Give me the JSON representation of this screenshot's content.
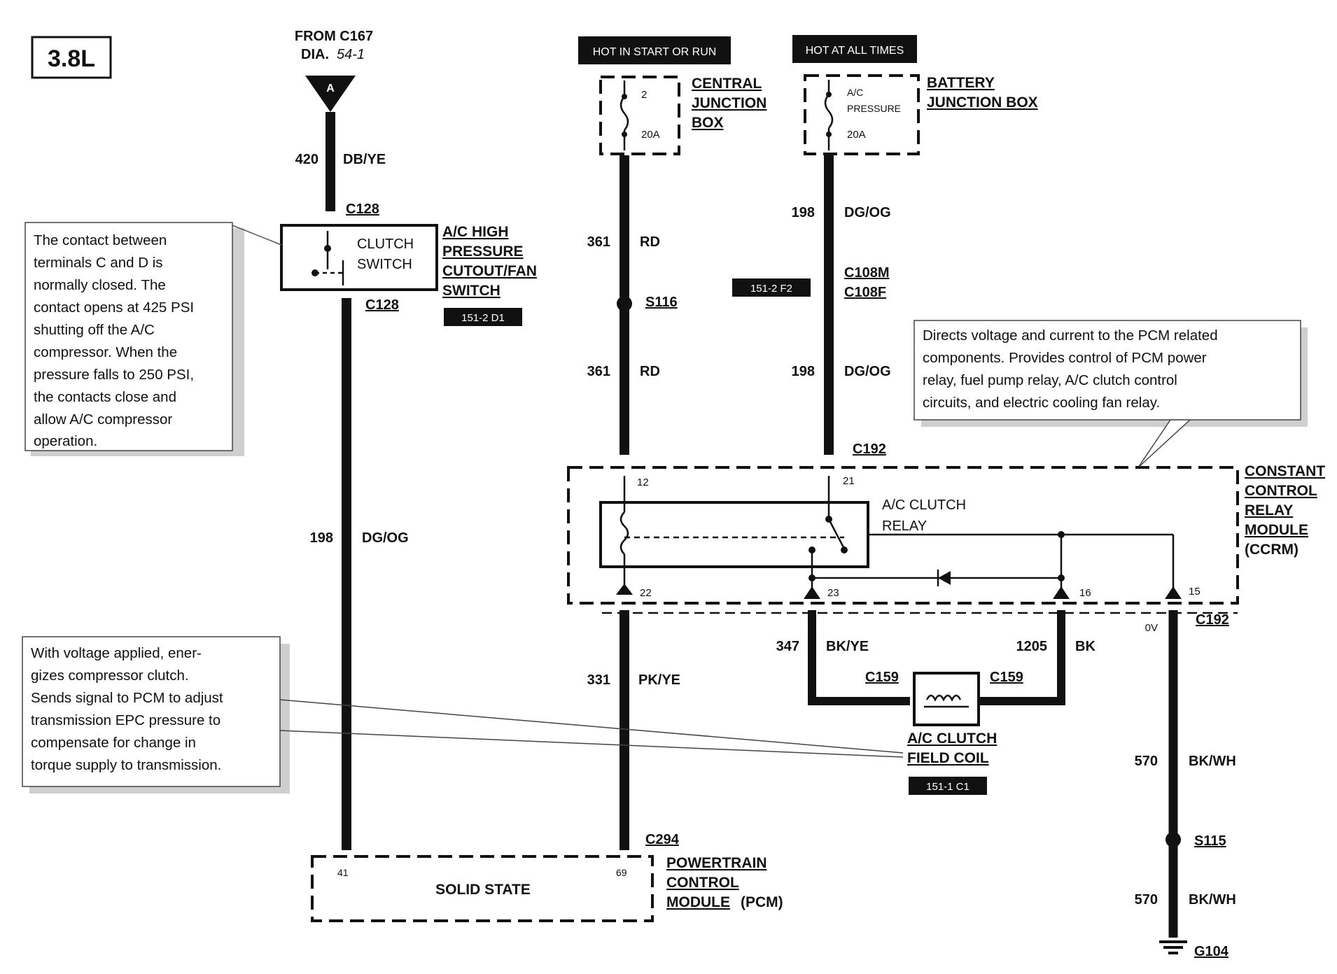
{
  "engine_label": "3.8L",
  "from_ref": {
    "line1": "FROM C167",
    "line2": "DIA.",
    "diagram_no": "54-1",
    "connector_letter": "A"
  },
  "power_labels": {
    "hot_start_run": "HOT IN START OR RUN",
    "hot_all_times": "HOT AT ALL TIMES"
  },
  "central_junction_box": {
    "fuse_number": "2",
    "fuse_rating": "20A",
    "name_lines": [
      "CENTRAL",
      "JUNCTION",
      "BOX"
    ]
  },
  "battery_junction_box": {
    "fuse_name_lines": [
      "A/C",
      "PRESSURE"
    ],
    "fuse_rating": "20A",
    "name_lines": [
      "BATTERY",
      "JUNCTION BOX"
    ]
  },
  "wires": {
    "w420": {
      "circuit": "420",
      "color": "DB/YE"
    },
    "w198_left": {
      "circuit": "198",
      "color": "DG/OG"
    },
    "w361_upper": {
      "circuit": "361",
      "color": "RD"
    },
    "w361_lower": {
      "circuit": "361",
      "color": "RD"
    },
    "w198_upper": {
      "circuit": "198",
      "color": "DG/OG"
    },
    "w198_lower": {
      "circuit": "198",
      "color": "DG/OG"
    },
    "w331": {
      "circuit": "331",
      "color": "PK/YE"
    },
    "w347": {
      "circuit": "347",
      "color": "BK/YE"
    },
    "w1205": {
      "circuit": "1205",
      "color": "BK"
    },
    "w570_upper": {
      "circuit": "570",
      "color": "BK/WH"
    },
    "w570_lower": {
      "circuit": "570",
      "color": "BK/WH"
    }
  },
  "connectors": {
    "c128_top": "C128",
    "c128_bottom": "C128",
    "c108m": "C108M",
    "c108f": "C108F",
    "c192_top": "C192",
    "c192_bottom": "C192",
    "c159_left": "C159",
    "c159_right": "C159",
    "c294": "C294"
  },
  "splices": {
    "s116": "S116",
    "s115": "S115"
  },
  "ground": "G104",
  "clutch_switch": {
    "inner_lines": [
      "CLUTCH",
      "SWITCH"
    ],
    "name_lines": [
      "A/C HIGH",
      "PRESSURE",
      "CUTOUT/FAN",
      "SWITCH"
    ],
    "ref": "151-2 D1"
  },
  "c108_ref": "151-2 F2",
  "ccrm": {
    "relay_lines": [
      "A/C CLUTCH",
      "RELAY"
    ],
    "name_lines": [
      "CONSTANT",
      "CONTROL",
      "RELAY",
      "MODULE",
      "(CCRM)"
    ],
    "pins": {
      "p12": "12",
      "p21": "21",
      "p22": "22",
      "p23": "23",
      "p16": "16",
      "p15": "15"
    },
    "voltage": "0V"
  },
  "field_coil": {
    "name_lines": [
      "A/C CLUTCH",
      "FIELD COIL"
    ],
    "ref": "151-1 C1"
  },
  "pcm": {
    "inner": "SOLID STATE",
    "pin_left": "41",
    "pin_right": "69",
    "name_lines": [
      "POWERTRAIN",
      "CONTROL",
      "MODULE"
    ],
    "name_suffix": "(PCM)"
  },
  "notes": {
    "switch_note": [
      "The contact between",
      "terminals C and D is",
      "normally closed. The",
      "contact opens at 425 PSI",
      "shutting off the A/C",
      "compressor. When the",
      "pressure falls to 250 PSI,",
      "the contacts close and",
      "allow A/C compressor",
      "operation."
    ],
    "ccrm_note": [
      "Directs voltage and current to the PCM related",
      "components. Provides control of PCM power",
      "relay, fuel pump relay, A/C clutch control",
      "circuits, and electric cooling fan relay."
    ],
    "coil_note": [
      "With voltage applied, ener-",
      "gizes compressor clutch.",
      "Sends signal to PCM to adjust",
      "transmission EPC pressure to",
      "compensate for change in",
      "torque supply to transmission."
    ]
  }
}
